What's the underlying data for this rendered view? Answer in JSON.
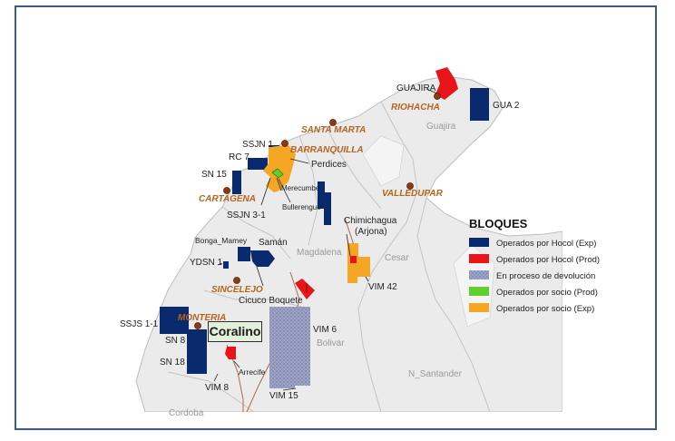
{
  "legend": {
    "title": "BLOQUES",
    "items": [
      {
        "label": "Operados por Hocol (Exp)",
        "color": "#0a2a6e"
      },
      {
        "label": "Operados por Hocol (Prod)",
        "color": "#e8141a"
      },
      {
        "label": "En proceso de devolución",
        "color": "#8c93b8"
      },
      {
        "label": "Operados por socio (Prod)",
        "color": "#5fd12e"
      },
      {
        "label": "Operados por socio (Exp)",
        "color": "#f5a623"
      }
    ]
  },
  "highlight": "Coralino",
  "cities": {
    "riohacha": "RIOHACHA",
    "santa_marta": "SANTA MARTA",
    "barranquilla": "BARRANQUILLA",
    "valledupar": "VALLEDUPAR",
    "cartagena": "CARTAGENA",
    "sincelejo": "SINCELEJO",
    "monteria": "MONTERIA"
  },
  "regions": {
    "guajira": "Guajira",
    "magdalena": "Magdalena",
    "cesar": "Cesar",
    "bolivar": "Bolivar",
    "n_santander": "N_Santander",
    "cordoba": "Cordoba"
  },
  "blocks": {
    "guajira": "GUAJIRA",
    "gua2": "GUA 2",
    "ssjn1": "SSJN 1",
    "rc7": "RC 7",
    "perdices": "Perdices",
    "sn15": "SN 15",
    "merecumbe": "Merecumbe",
    "bullerengue": "Bullerengue",
    "ssjn31": "SSJN 3-1",
    "chimichagua": "Chimichagua",
    "arjona": "(Arjona)",
    "bonga_mamey": "Bonga_Mamey",
    "saman": "Samán",
    "ydsn1": "YDSN 1",
    "vim42": "VIM 42",
    "cicuco": "Cicuco Boquete",
    "vim6": "VIM 6",
    "ssjs11": "SSJS 1-1",
    "sn8": "SN 8",
    "sn18": "SN 18",
    "arrecife": "Arrecife",
    "vim8": "VIM 8",
    "vim15": "VIM 15"
  }
}
